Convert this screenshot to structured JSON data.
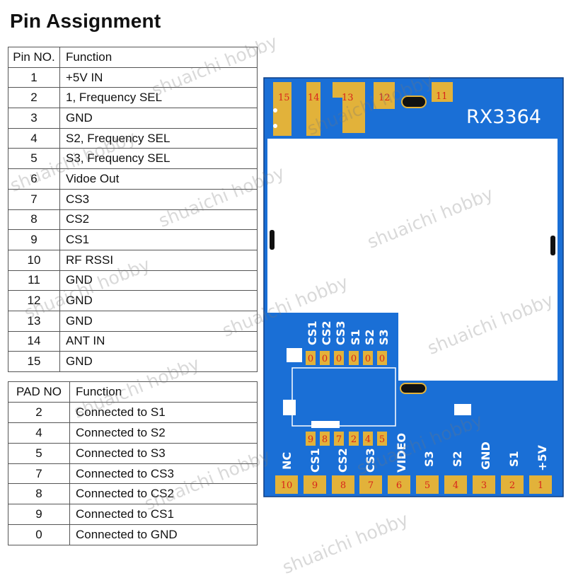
{
  "title": "Pin Assignment",
  "pin_table": {
    "headers": [
      "Pin NO.",
      "Function"
    ],
    "rows": [
      {
        "no": "1",
        "fn": "+5V IN"
      },
      {
        "no": "2",
        "fn": "1, Frequency SEL"
      },
      {
        "no": "3",
        "fn": "GND"
      },
      {
        "no": "4",
        "fn": "S2, Frequency SEL"
      },
      {
        "no": "5",
        "fn": "S3, Frequency SEL"
      },
      {
        "no": "6",
        "fn": "Vidoe Out"
      },
      {
        "no": "7",
        "fn": "CS3"
      },
      {
        "no": "8",
        "fn": "CS2"
      },
      {
        "no": "9",
        "fn": "CS1"
      },
      {
        "no": "10",
        "fn": "RF RSSI"
      },
      {
        "no": "11",
        "fn": "GND"
      },
      {
        "no": "12",
        "fn": "GND"
      },
      {
        "no": "13",
        "fn": "GND"
      },
      {
        "no": "14",
        "fn": "ANT IN"
      },
      {
        "no": "15",
        "fn": "GND"
      }
    ]
  },
  "pad_table": {
    "headers": [
      "PAD NO",
      "Function"
    ],
    "rows": [
      {
        "no": "2",
        "fn": "Connected to S1"
      },
      {
        "no": "4",
        "fn": "Connected to S2"
      },
      {
        "no": "5",
        "fn": "Connected to S3"
      },
      {
        "no": "7",
        "fn": "Connected to CS3"
      },
      {
        "no": "8",
        "fn": "Connected to CS2"
      },
      {
        "no": "9",
        "fn": "Connected to CS1"
      },
      {
        "no": "0",
        "fn": "Connected to GND"
      }
    ]
  },
  "board": {
    "model": "RX3364",
    "top_pins": [
      "15",
      "14",
      "13",
      "12",
      "11"
    ],
    "bottom_pins": [
      "10",
      "9",
      "8",
      "7",
      "6",
      "5",
      "4",
      "3",
      "2",
      "1"
    ],
    "bottom_labels": [
      "NC",
      "CS1",
      "CS2",
      "CS3",
      "VIDEO",
      "S3",
      "S2",
      "GND",
      "S1",
      "+5V"
    ],
    "pad_top_labels": [
      "CS1",
      "CS2",
      "CS3",
      "S1",
      "S2",
      "S3"
    ],
    "pad_top_numbers": [
      "0",
      "0",
      "0",
      "0",
      "0",
      "0"
    ],
    "pad_bottom_numbers": [
      "9",
      "8",
      "7",
      "2",
      "4",
      "5"
    ]
  },
  "colors": {
    "board_blue": "#1a6fd6",
    "pad_gold": "#e2b23a",
    "pin_number": "#d8231b"
  },
  "watermark": "shuaichi hobby"
}
